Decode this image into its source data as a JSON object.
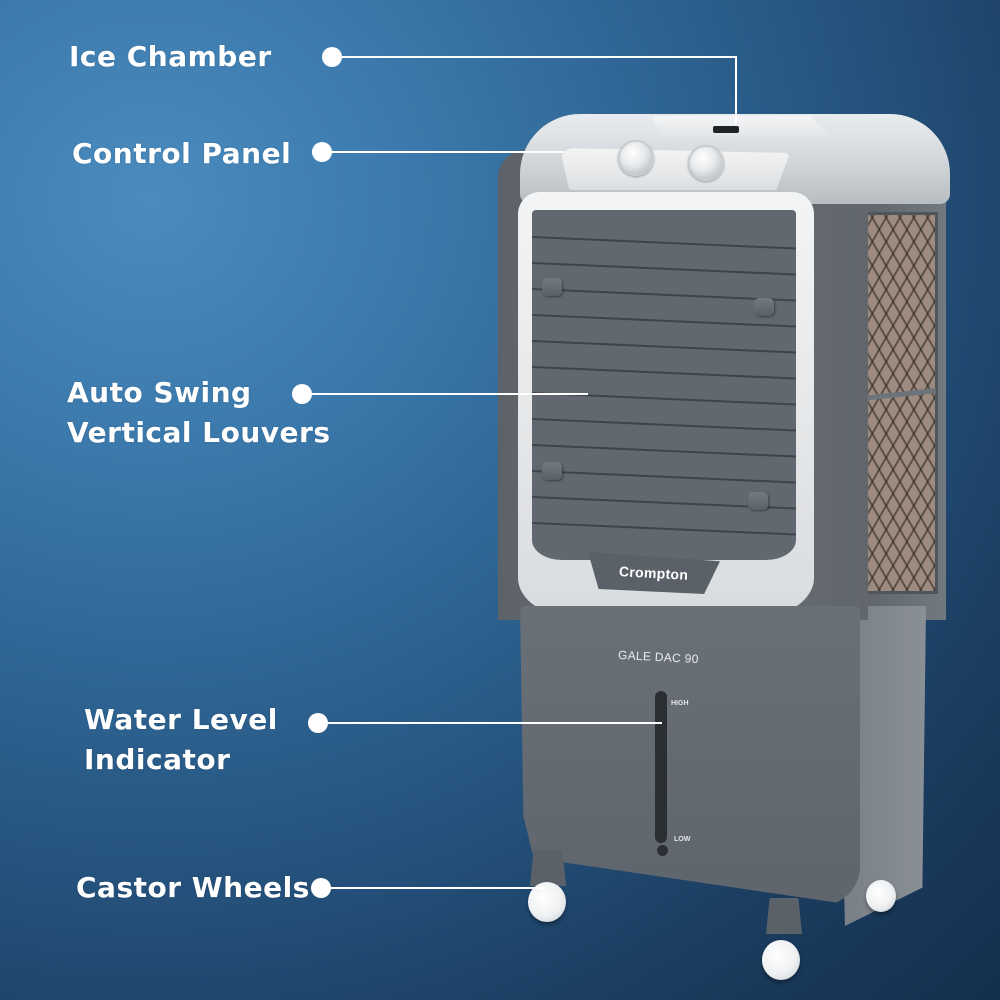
{
  "product": {
    "brand": "Crompton",
    "model": "GALE DAC 90",
    "water_level": {
      "high_label": "HIGH",
      "low_label": "LOW"
    }
  },
  "callouts": [
    {
      "id": "ice-chamber",
      "label": "Ice Chamber"
    },
    {
      "id": "control-panel",
      "label": "Control Panel"
    },
    {
      "id": "louvers",
      "label_line1": "Auto Swing",
      "label_line2": "Vertical Louvers"
    },
    {
      "id": "water-level",
      "label_line1": "Water Level",
      "label_line2": "Indicator"
    },
    {
      "id": "castor-wheels",
      "label": "Castor Wheels"
    }
  ],
  "colors": {
    "background_light": "#4b8bbd",
    "background_dark": "#142f4d",
    "body_grey": "#62676e",
    "frame_white": "#f3f4f5",
    "callout": "#ffffff"
  }
}
